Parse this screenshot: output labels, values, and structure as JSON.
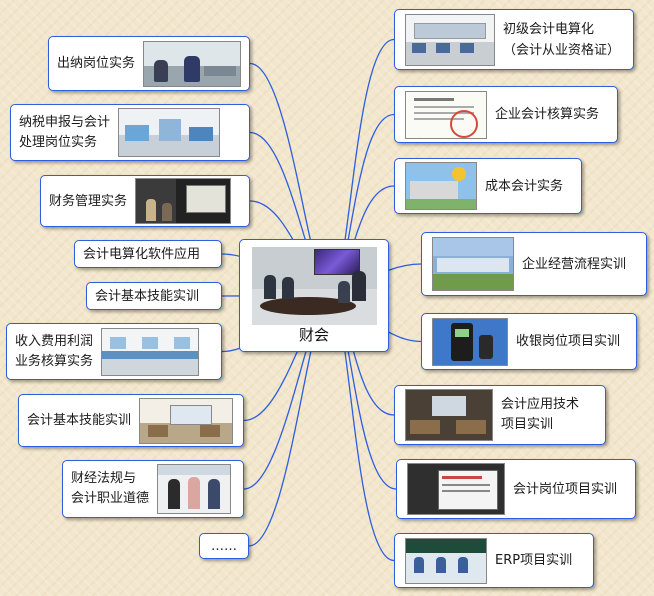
{
  "center": {
    "label": "财会"
  },
  "left_nodes": [
    {
      "label": "出纳岗位实务"
    },
    {
      "label_line1": "纳税申报与会计",
      "label_line2": "处理岗位实务"
    },
    {
      "label": "财务管理实务"
    },
    {
      "label": "会计电算化软件应用"
    },
    {
      "label": "会计基本技能实训"
    },
    {
      "label_line1": "收入费用利润",
      "label_line2": "业务核算实务"
    },
    {
      "label": "会计基本技能实训"
    },
    {
      "label_line1": "财经法规与",
      "label_line2": "会计职业道德"
    },
    {
      "label": "……"
    }
  ],
  "right_nodes": [
    {
      "label_line1": "初级会计电算化",
      "label_line2": "（会计从业资格证）"
    },
    {
      "label": "企业会计核算实务"
    },
    {
      "label": "成本会计实务"
    },
    {
      "label": "企业经营流程实训"
    },
    {
      "label": "收银岗位项目实训"
    },
    {
      "label_line1": "会计应用技术",
      "label_line2": "项目实训"
    },
    {
      "label": "会计岗位项目实训"
    },
    {
      "label": "ERP项目实训"
    }
  ],
  "colors": {
    "link": "#2d5ee0",
    "border": "#2d5ee0",
    "background": "#f2e6cc"
  }
}
